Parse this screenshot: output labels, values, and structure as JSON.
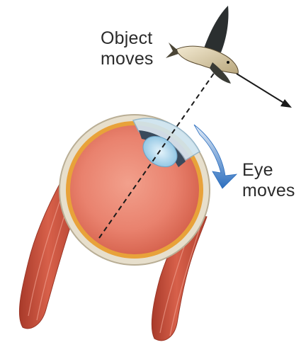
{
  "labels": {
    "object": [
      "Object",
      "moves"
    ],
    "eye": [
      "Eye",
      "moves"
    ]
  },
  "colors": {
    "muscle": "#c9503c",
    "sclera": "#e7dfcc",
    "eye_interior": "#e9826e",
    "retina": "#e8a23a",
    "lens": "#a9d3ea",
    "rotation_arrow": "#2d6fbf",
    "sight_line": "#1a1a1a"
  }
}
